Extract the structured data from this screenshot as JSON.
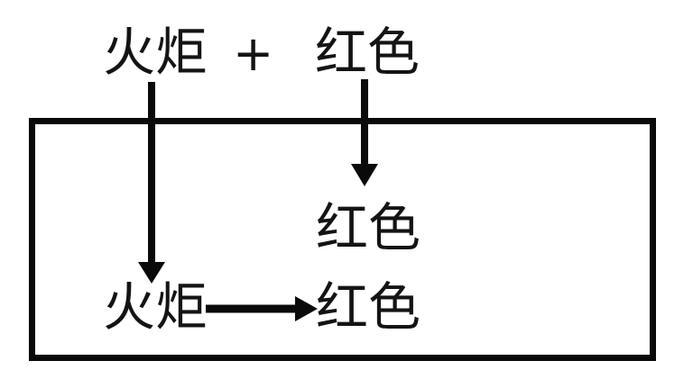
{
  "diagram": {
    "title_row": {
      "left_term": "火炬",
      "operator": "+",
      "right_term": "红色"
    },
    "box": {
      "middle_text": "红色",
      "bottom_row": {
        "source": "火炬",
        "target": "红色",
        "arrow_glyph": "→"
      }
    },
    "arrows": [
      {
        "name": "left-down-arrow",
        "from": "火炬 (top)",
        "to": "火炬 (bottom)",
        "direction": "down"
      },
      {
        "name": "right-down-arrow",
        "from": "红色 (top)",
        "to": "红色 (middle)",
        "direction": "down"
      },
      {
        "name": "bottom-right-arrow",
        "from": "火炬",
        "to": "红色",
        "direction": "right"
      }
    ],
    "colors": {
      "ink": "#0a0a0a",
      "text": "#141414",
      "background": "#ffffff"
    }
  }
}
